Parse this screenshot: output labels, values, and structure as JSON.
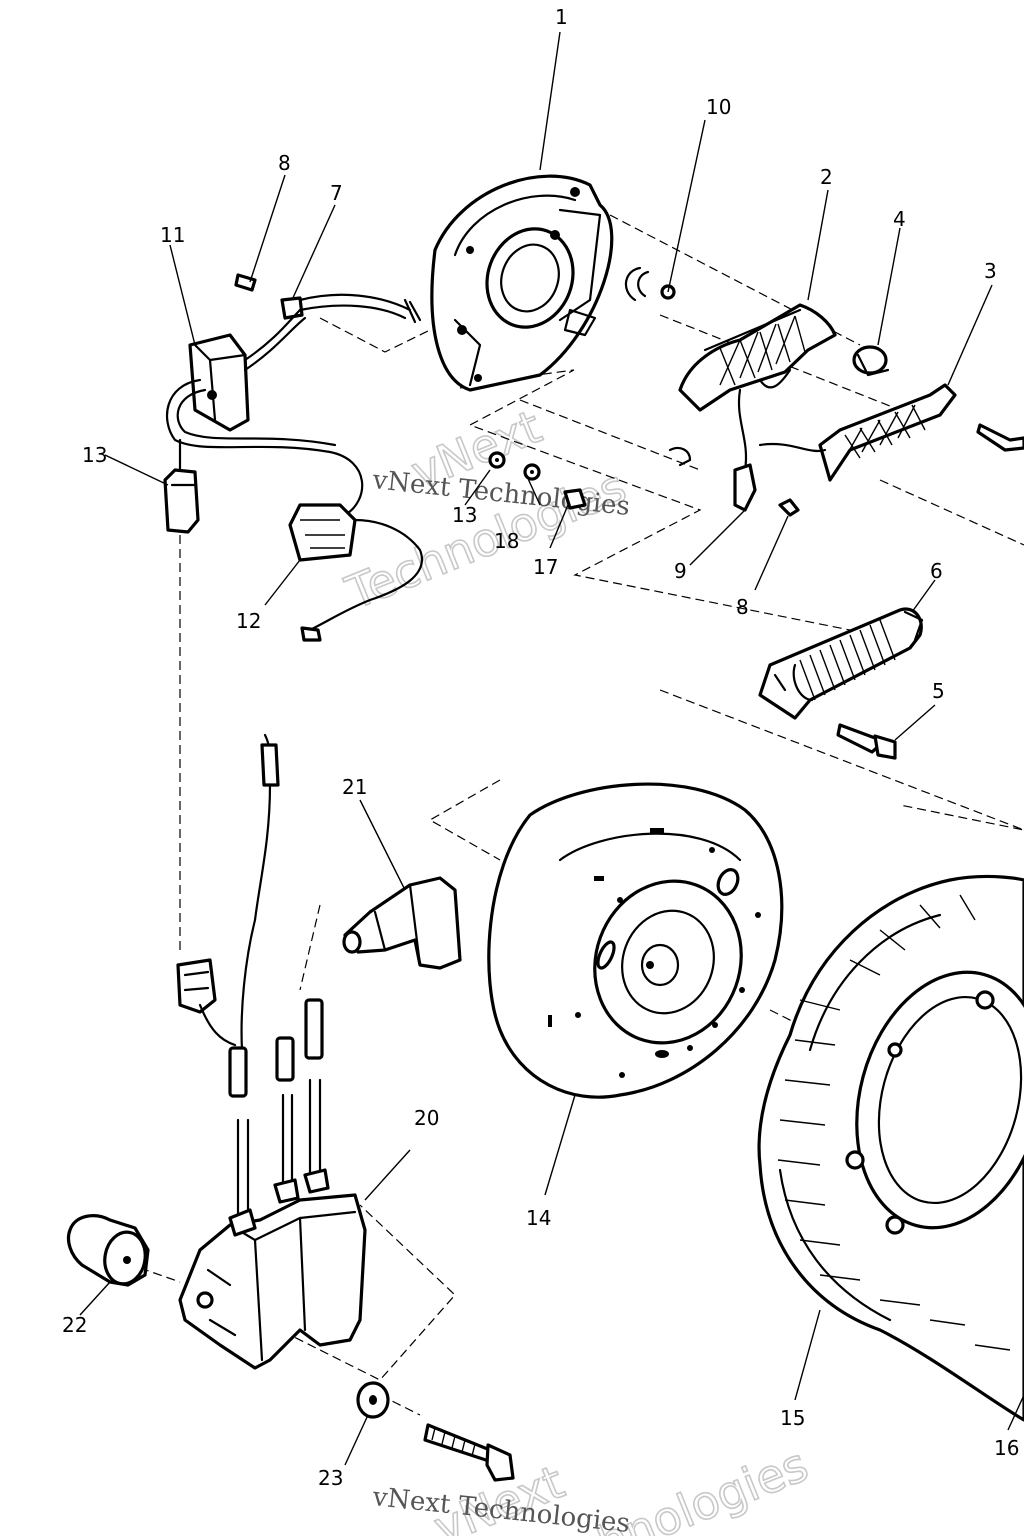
{
  "callouts": [
    "1",
    "2",
    "3",
    "4",
    "5",
    "6",
    "7",
    "8",
    "8",
    "9",
    "10",
    "11",
    "12",
    "13",
    "13",
    "14",
    "15",
    "16",
    "17",
    "18",
    "20",
    "21",
    "22",
    "23"
  ],
  "watermarks": {
    "large_text_1": "vNext",
    "large_text_2": "Technologies",
    "small_text": "vNext Technologies"
  }
}
